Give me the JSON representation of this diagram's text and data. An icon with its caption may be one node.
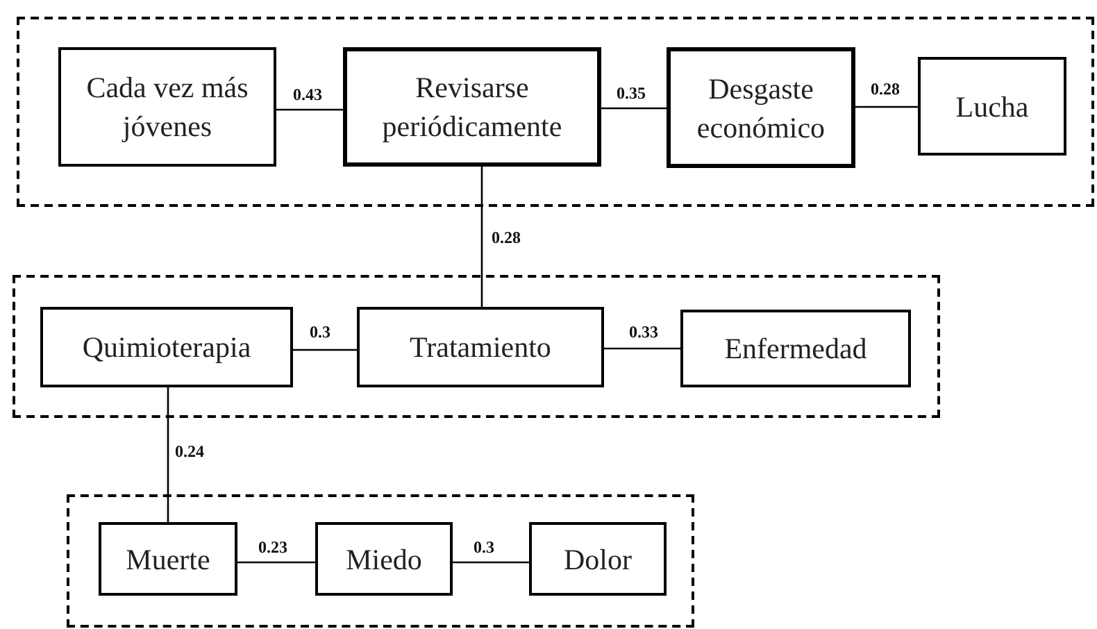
{
  "diagram": {
    "nodes": [
      {
        "text": [],
        "shape": "box"
      },
      {
        "text": [
          "Cada vez más jóvenes"
        ],
        "in": 0
      },
      {
        "text": [
          "Revisarse periódicamente"
        ],
        "in": 0
      },
      {
        "text": [
          "Desgaste económico"
        ],
        "in": 0
      },
      {
        "text": [
          "Lucha"
        ],
        "in": 0
      },
      {
        "text": [],
        "shape": "box"
      },
      {
        "text": [
          "Quimioterapia"
        ],
        "in": 5
      },
      {
        "text": [
          "Tratamiento"
        ],
        "in": 5
      },
      {
        "text": [
          "Enfermedad"
        ],
        "in": 5
      },
      {
        "text": [],
        "shape": "box"
      },
      {
        "text": [
          "Muerte"
        ],
        "in": 9
      },
      {
        "text": [
          "Miedo"
        ],
        "in": 9
      },
      {
        "text": [
          "Dolor"
        ],
        "in": 9
      }
    ],
    "edges": [
      {
        "from": 1,
        "to": 2,
        "arrow": "none",
        "label": "0.43"
      },
      {
        "from": 2,
        "to": 3,
        "arrow": "none",
        "label": "0.35"
      },
      {
        "from": 3,
        "to": 4,
        "arrow": "none",
        "label": "0.28"
      },
      {
        "from": 2,
        "to": 7,
        "arrow": "none",
        "label": "0.28"
      },
      {
        "from": 6,
        "to": 7,
        "arrow": "none",
        "label": "0.3"
      },
      {
        "from": 7,
        "to": 8,
        "arrow": "none",
        "label": "0.33"
      },
      {
        "from": 6,
        "to": 10,
        "arrow": "none",
        "label": "0.24"
      },
      {
        "from": 10,
        "to": 11,
        "arrow": "none",
        "label": "0.23"
      },
      {
        "from": 11,
        "to": 12,
        "arrow": "none",
        "label": "0.3"
      }
    ]
  }
}
